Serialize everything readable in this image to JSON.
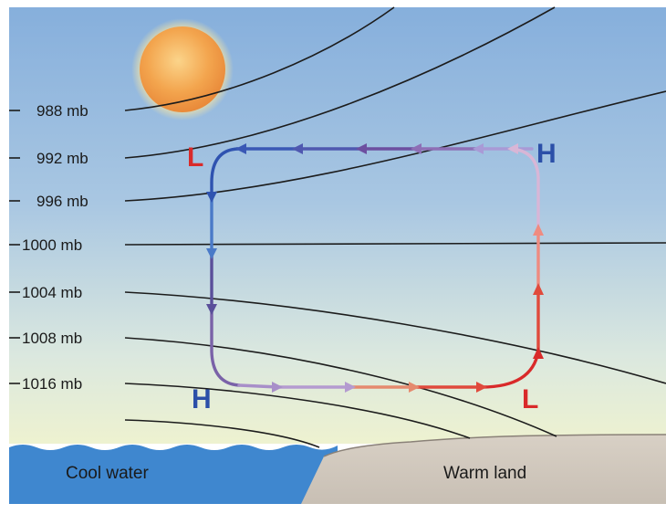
{
  "isobars": [
    {
      "label": "988 mb"
    },
    {
      "label": "992 mb"
    },
    {
      "label": "996 mb"
    },
    {
      "label": "1000 mb"
    },
    {
      "label": "1004 mb"
    },
    {
      "label": "1008 mb"
    },
    {
      "label": "1016 mb"
    }
  ],
  "pressure_centers": {
    "upper_left": "L",
    "upper_right": "H",
    "lower_left": "H",
    "lower_right": "L"
  },
  "surfaces": {
    "water": "Cool water",
    "land": "Warm land"
  },
  "colors": {
    "sky_top": "#8fb6df",
    "sky_bottom": "#e9f0d8",
    "water": "#3f87cf",
    "land": "#cfc6bd",
    "high_color": "#2b4fa8",
    "low_color": "#d92a2a",
    "sun": "#f2a14a"
  }
}
